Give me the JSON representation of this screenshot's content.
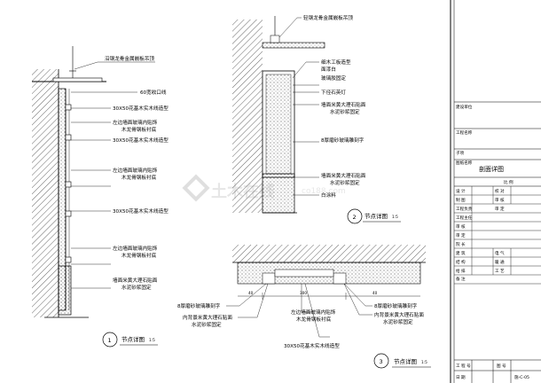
{
  "detail1": {
    "labels": [
      "沿钢龙骨金属嵌板吊顶",
      "60宽收口线",
      "30X50花基木实木线造型",
      "左边墙面玻璃内贴饰",
      "木龙骨钢板衬底",
      "30X50花基木实木线造型",
      "左边墙面玻璃内贴饰",
      "木龙骨钢板衬底",
      "30X50花基木实木线造型",
      "左边墙面玻璃内贴饰",
      "木龙骨钢板衬底",
      "墙面米黄大理石贴面",
      "水泥砂浆固定"
    ],
    "number": "1",
    "caption": "节点详图",
    "scale": "1:5"
  },
  "detail2": {
    "labels": [
      "轻钢龙骨金属嵌板吊顶",
      "细木工板造型",
      "面漆白",
      "玻璃胶固定",
      "下径石英灯",
      "墙面米黄大理石贴面",
      "水泥砂浆固定",
      "8厚磨砂玻璃雕刻字",
      "墙面米黄大理石贴面",
      "水泥砂浆固定",
      "白涂料"
    ],
    "number": "2",
    "caption": "节点详图",
    "scale": "1:5"
  },
  "detail3": {
    "labels": [
      "8厚磨砂玻璃雕刻字",
      "内背景米黄大理石贴面",
      "水泥砂浆固定",
      "左边墙面玻璃内贴饰",
      "木龙骨钢板衬底",
      "8厚磨砂玻璃雕刻字",
      "内背景米黄大理石贴面",
      "水泥砂浆固定",
      "30X50花基木实木线造型"
    ],
    "dims": [
      "300",
      "40",
      "40"
    ],
    "number": "3",
    "caption": "节点详图",
    "scale": "1:5"
  },
  "watermark": {
    "text": "土木在线",
    "sub": "co188.com"
  },
  "titleblock": {
    "rows": [
      "建设单位",
      "工程名称",
      "子项",
      "图纸名称"
    ],
    "drawing_name": "剖面详图",
    "scale_label": "比 例",
    "staff_rows": [
      [
        "设 计",
        "",
        "校 对",
        ""
      ],
      [
        "制 图",
        "",
        "审 核",
        ""
      ],
      [
        "工程负责",
        "",
        "审 定",
        ""
      ],
      [
        "工程主任",
        "",
        "",
        ""
      ],
      [
        "审 核",
        "",
        "",
        ""
      ],
      [
        "审 定",
        "",
        "",
        ""
      ],
      [
        "院 长",
        "",
        "",
        ""
      ]
    ],
    "disc_rows": [
      [
        "建 筑",
        "",
        "电 气",
        ""
      ],
      [
        "结 构",
        "",
        "暖 通",
        ""
      ],
      [
        "给 排",
        "",
        "工 艺",
        ""
      ]
    ],
    "remark": "备 注",
    "bottom": {
      "project_no_label": "工 程 号",
      "date_label": "日 期",
      "drawing_no_label": "图 号",
      "drawing_no": "施-C-05"
    }
  }
}
